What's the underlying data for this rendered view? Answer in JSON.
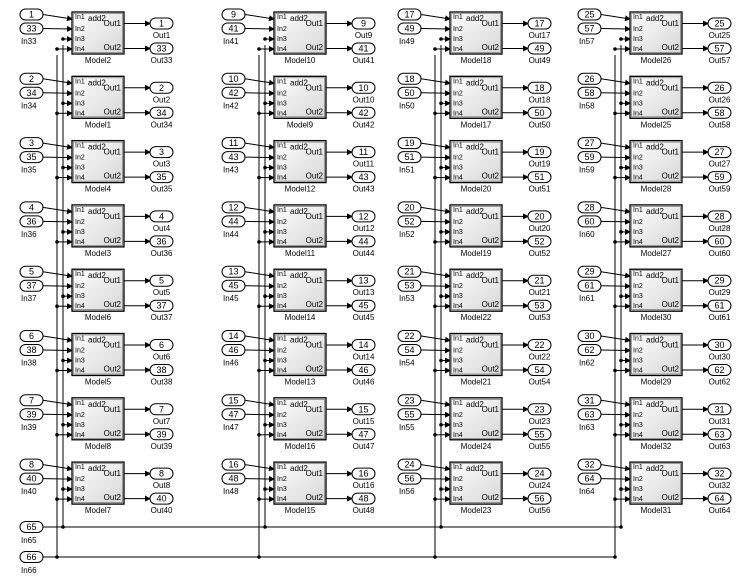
{
  "columns": [
    {
      "blocks": [
        {
          "model": "Model2",
          "in_a": "1",
          "in_b": "33",
          "in_label": "In33",
          "out1": "1",
          "out2": "33",
          "out1_label": "Out1",
          "out2_label": "Out33"
        },
        {
          "model": "Model1",
          "in_a": "2",
          "in_b": "34",
          "in_label": "In34",
          "out1": "2",
          "out2": "34",
          "out1_label": "Out2",
          "out2_label": "Out34"
        },
        {
          "model": "Model4",
          "in_a": "3",
          "in_b": "35",
          "in_label": "In35",
          "out1": "3",
          "out2": "35",
          "out1_label": "Out3",
          "out2_label": "Out35"
        },
        {
          "model": "Model3",
          "in_a": "4",
          "in_b": "36",
          "in_label": "In36",
          "out1": "4",
          "out2": "36",
          "out1_label": "Out4",
          "out2_label": "Out36"
        },
        {
          "model": "Model6",
          "in_a": "5",
          "in_b": "37",
          "in_label": "In37",
          "out1": "5",
          "out2": "37",
          "out1_label": "Out5",
          "out2_label": "Out37"
        },
        {
          "model": "Model5",
          "in_a": "6",
          "in_b": "38",
          "in_label": "In38",
          "out1": "6",
          "out2": "38",
          "out1_label": "Out6",
          "out2_label": "Out38"
        },
        {
          "model": "Model8",
          "in_a": "7",
          "in_b": "39",
          "in_label": "In39",
          "out1": "7",
          "out2": "39",
          "out1_label": "Out7",
          "out2_label": "Out39"
        },
        {
          "model": "Model7",
          "in_a": "8",
          "in_b": "40",
          "in_label": "In40",
          "out1": "8",
          "out2": "40",
          "out1_label": "Out8",
          "out2_label": "Out40"
        }
      ]
    },
    {
      "blocks": [
        {
          "model": "Model10",
          "in_a": "9",
          "in_b": "41",
          "in_label": "In41",
          "out1": "9",
          "out2": "41",
          "out1_label": "Out9",
          "out2_label": "Out41"
        },
        {
          "model": "Model9",
          "in_a": "10",
          "in_b": "42",
          "in_label": "In42",
          "out1": "10",
          "out2": "42",
          "out1_label": "Out10",
          "out2_label": "Out42"
        },
        {
          "model": "Model12",
          "in_a": "11",
          "in_b": "43",
          "in_label": "In43",
          "out1": "11",
          "out2": "43",
          "out1_label": "Out11",
          "out2_label": "Out43"
        },
        {
          "model": "Model11",
          "in_a": "12",
          "in_b": "44",
          "in_label": "In44",
          "out1": "12",
          "out2": "44",
          "out1_label": "Out12",
          "out2_label": "Out44"
        },
        {
          "model": "Model14",
          "in_a": "13",
          "in_b": "45",
          "in_label": "In45",
          "out1": "13",
          "out2": "45",
          "out1_label": "Out13",
          "out2_label": "Out45"
        },
        {
          "model": "Model13",
          "in_a": "14",
          "in_b": "46",
          "in_label": "In46",
          "out1": "14",
          "out2": "46",
          "out1_label": "Out14",
          "out2_label": "Out46"
        },
        {
          "model": "Model16",
          "in_a": "15",
          "in_b": "47",
          "in_label": "In47",
          "out1": "15",
          "out2": "47",
          "out1_label": "Out15",
          "out2_label": "Out47"
        },
        {
          "model": "Model15",
          "in_a": "16",
          "in_b": "48",
          "in_label": "In48",
          "out1": "16",
          "out2": "48",
          "out1_label": "Out16",
          "out2_label": "Out48"
        }
      ]
    },
    {
      "blocks": [
        {
          "model": "Model18",
          "in_a": "17",
          "in_b": "49",
          "in_label": "In49",
          "out1": "17",
          "out2": "49",
          "out1_label": "Out17",
          "out2_label": "Out49"
        },
        {
          "model": "Model17",
          "in_a": "18",
          "in_b": "50",
          "in_label": "In50",
          "out1": "18",
          "out2": "50",
          "out1_label": "Out18",
          "out2_label": "Out50"
        },
        {
          "model": "Model20",
          "in_a": "19",
          "in_b": "51",
          "in_label": "In51",
          "out1": "19",
          "out2": "51",
          "out1_label": "Out19",
          "out2_label": "Out51"
        },
        {
          "model": "Model19",
          "in_a": "20",
          "in_b": "52",
          "in_label": "In52",
          "out1": "20",
          "out2": "52",
          "out1_label": "Out20",
          "out2_label": "Out52"
        },
        {
          "model": "Model22",
          "in_a": "21",
          "in_b": "53",
          "in_label": "In53",
          "out1": "21",
          "out2": "53",
          "out1_label": "Out21",
          "out2_label": "Out53"
        },
        {
          "model": "Model21",
          "in_a": "22",
          "in_b": "54",
          "in_label": "In54",
          "out1": "22",
          "out2": "54",
          "out1_label": "Out22",
          "out2_label": "Out54"
        },
        {
          "model": "Model24",
          "in_a": "23",
          "in_b": "55",
          "in_label": "In55",
          "out1": "23",
          "out2": "55",
          "out1_label": "Out23",
          "out2_label": "Out55"
        },
        {
          "model": "Model23",
          "in_a": "24",
          "in_b": "56",
          "in_label": "In56",
          "out1": "24",
          "out2": "56",
          "out1_label": "Out24",
          "out2_label": "Out56"
        }
      ]
    },
    {
      "blocks": [
        {
          "model": "Model26",
          "in_a": "25",
          "in_b": "57",
          "in_label": "In57",
          "out1": "25",
          "out2": "57",
          "out1_label": "Out25",
          "out2_label": "Out57"
        },
        {
          "model": "Model25",
          "in_a": "26",
          "in_b": "58",
          "in_label": "In58",
          "out1": "26",
          "out2": "58",
          "out1_label": "Out26",
          "out2_label": "Out58"
        },
        {
          "model": "Model28",
          "in_a": "27",
          "in_b": "59",
          "in_label": "In59",
          "out1": "27",
          "out2": "59",
          "out1_label": "Out27",
          "out2_label": "Out59"
        },
        {
          "model": "Model27",
          "in_a": "28",
          "in_b": "60",
          "in_label": "In60",
          "out1": "28",
          "out2": "60",
          "out1_label": "Out28",
          "out2_label": "Out60"
        },
        {
          "model": "Model30",
          "in_a": "29",
          "in_b": "61",
          "in_label": "In61",
          "out1": "29",
          "out2": "61",
          "out1_label": "Out29",
          "out2_label": "Out61"
        },
        {
          "model": "Model29",
          "in_a": "30",
          "in_b": "62",
          "in_label": "In62",
          "out1": "30",
          "out2": "62",
          "out1_label": "Out30",
          "out2_label": "Out62"
        },
        {
          "model": "Model32",
          "in_a": "31",
          "in_b": "63",
          "in_label": "In63",
          "out1": "31",
          "out2": "63",
          "out1_label": "Out31",
          "out2_label": "Out63"
        },
        {
          "model": "Model31",
          "in_a": "32",
          "in_b": "64",
          "in_label": "In64",
          "out1": "32",
          "out2": "64",
          "out1_label": "Out32",
          "out2_label": "Out64"
        }
      ]
    }
  ],
  "block_text": {
    "title": "add2",
    "in_ports": [
      "In1",
      "In2",
      "In3",
      "In4"
    ],
    "out_ports": [
      "Out1",
      "Out2"
    ]
  },
  "global_inputs": [
    {
      "number": "65",
      "label": "In65"
    },
    {
      "number": "66",
      "label": "In66"
    }
  ]
}
